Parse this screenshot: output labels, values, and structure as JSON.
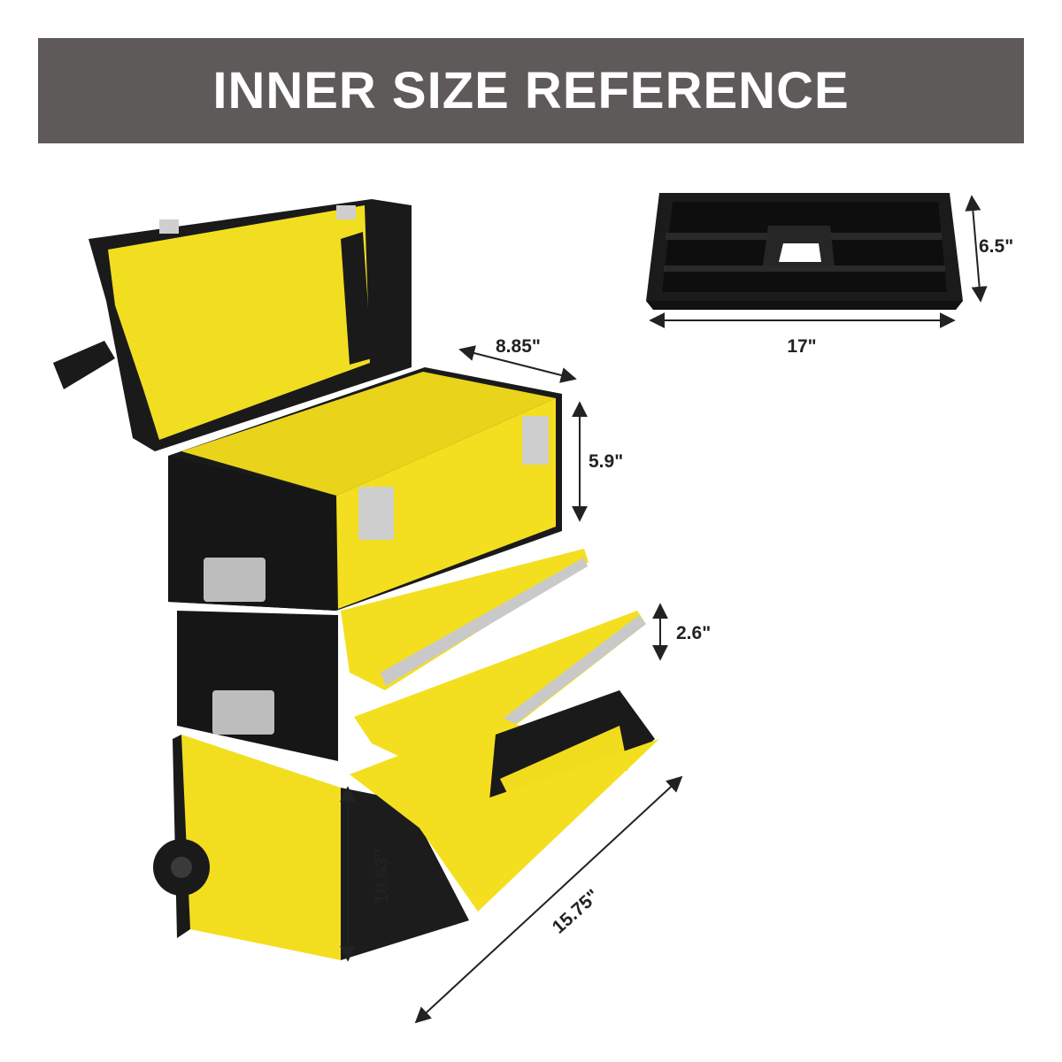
{
  "header": {
    "title": "INNER SIZE REFERENCE",
    "background_color": "#5f5a5a",
    "text_color": "#ffffff"
  },
  "product": {
    "body_color": "#f2de1e",
    "frame_color": "#1a1a1a",
    "metal_color": "#c8c8c8"
  },
  "dimensions": {
    "tray_length": "17\"",
    "tray_height": "6.5\"",
    "top_box_depth": "8.85\"",
    "top_box_height": "5.9\"",
    "drawer_height": "2.6\"",
    "bottom_height": "10.63\"",
    "bottom_depth": "15.75\""
  }
}
